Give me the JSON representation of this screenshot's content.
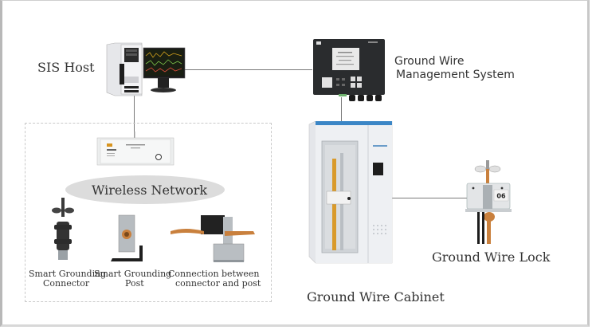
{
  "diagram": {
    "nodes": {
      "sis_host": {
        "label": "SIS Host"
      },
      "gwms": {
        "label_line1": "Ground Wire",
        "label_line2": "Management System"
      },
      "cabinet": {
        "label": "Ground Wire Cabinet"
      },
      "lock": {
        "label": "Ground Wire Lock",
        "tag": "06"
      },
      "wireless": {
        "label": "Wireless Network"
      },
      "connector": {
        "label_line1": "Smart Grounding",
        "label_line2": "Connector"
      },
      "post": {
        "label_line1": "Smart Grounding",
        "label_line2": "Post"
      },
      "connection": {
        "label_line1": "Connection between",
        "label_line2": "connector and post"
      }
    },
    "edges": [
      {
        "from": "SIS Host",
        "to": "Ground Wire Management System"
      },
      {
        "from": "SIS Host",
        "to": "Wireless Base Station"
      },
      {
        "from": "Ground Wire Management System",
        "to": "Ground Wire Cabinet"
      },
      {
        "from": "Ground Wire Cabinet",
        "to": "Ground Wire Lock"
      }
    ],
    "colors": {
      "cabinet_accent": "#3b86c6",
      "grounding_rod": "#d99a2b",
      "copper": "#c9803d",
      "panel_dark": "#2a2c2e"
    }
  }
}
